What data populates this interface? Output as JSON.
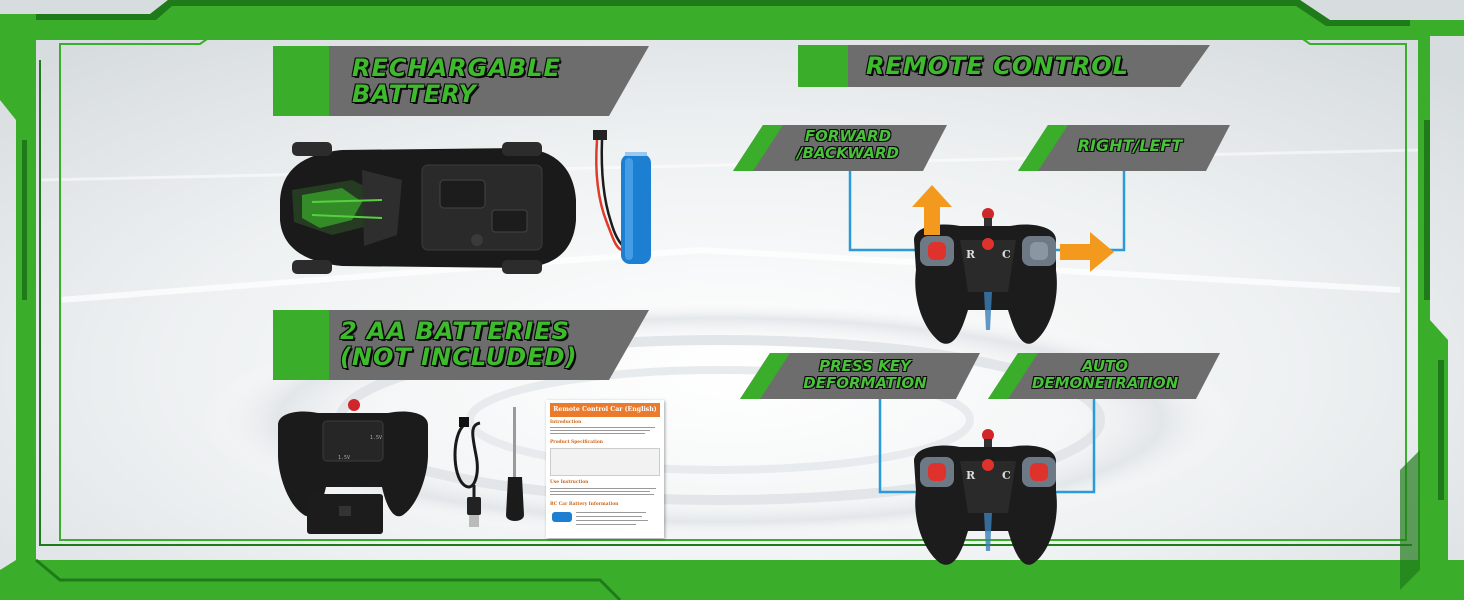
{
  "colors": {
    "frame_green": "#3aae2a",
    "frame_dark_green": "#1f7a1a",
    "banner_gray": "#6b6b6b",
    "text_green": "#3dbb2c",
    "callout_blue": "#2b9ad8",
    "arrow_orange": "#f39a1e",
    "manual_orange": "#ea7b2c"
  },
  "sections": {
    "battery": {
      "line1": "RECHARGABLE",
      "line2": "BATTERY"
    },
    "aa": {
      "line1": "2 AA BATTERIES",
      "line2": "(NOT INCLUDED)"
    },
    "remote": {
      "title": "REMOTE CONTROL"
    }
  },
  "callouts": {
    "forward": {
      "line1": "FORWARD",
      "line2": "/BACKWARD"
    },
    "rightleft": {
      "line1": "RIGHT/LEFT"
    },
    "press": {
      "line1": "PRESS KEY",
      "line2": "DEFORMATION"
    },
    "auto": {
      "line1": "AUTO",
      "line2": "DEMONETRATION"
    }
  },
  "manual": {
    "title": "Remote Control Car (English)",
    "h1": "Introduction",
    "h2": "Product Specification",
    "h3": "Use Instruction",
    "h4": "RC Car Battery Information"
  },
  "remote_letters": {
    "left": "R",
    "right": "C"
  },
  "icons": [
    "car-chassis-image",
    "battery-pack-image",
    "remote-back-image",
    "battery-cover-image",
    "usb-cable-image",
    "screwdriver-image",
    "remote-front-image",
    "up-arrow-icon",
    "right-arrow-icon"
  ]
}
